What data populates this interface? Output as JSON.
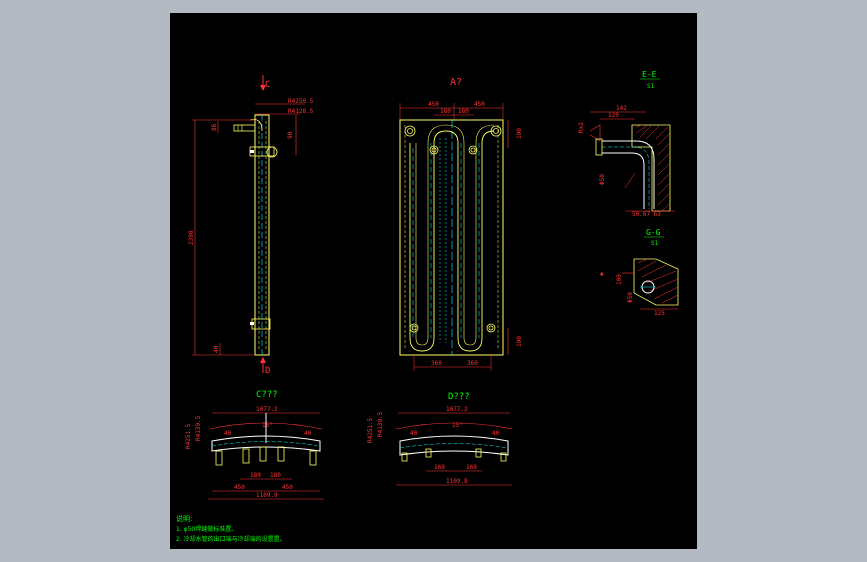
{
  "colors": {
    "viewport_bg": "#b4bac2",
    "drawing_bg": "#000000",
    "outline": "#ffff66",
    "dimension": "#ff3333",
    "centerline": "#00ffff",
    "title_text": "#00ff00",
    "white": "#ffffff"
  },
  "views": {
    "side": {
      "label_top": "C",
      "label_bottom": "D",
      "dim_r1": "R4250.5",
      "dim_r2": "R4128.5",
      "dim_90": "90",
      "dim_top": "86",
      "dim_total": "2390",
      "dim_bottom": "40"
    },
    "front": {
      "title": "A?",
      "dim_left": "450",
      "dim_right": "450",
      "dim_180a": "180",
      "dim_180b": "180",
      "dim_top_right": "190",
      "dim_bottom_right": "190",
      "dim_360a": "360",
      "dim_360b": "360"
    },
    "section_e": {
      "title": "E-E",
      "scale": "S1",
      "dim_142": "142",
      "dim_120": "120",
      "dim_rx": "Rx2",
      "dim_phi": "Φ50",
      "dim_bottom": "50.67 63"
    },
    "section_g": {
      "title": "G-G",
      "scale": "S1",
      "dim_100": "100",
      "dim_phi": "Φ50",
      "dim_125": "125"
    },
    "bottom_c": {
      "title": "C???",
      "dim_top": "1077.2",
      "dim_angle": "15°",
      "dim_r1": "R4251.5",
      "dim_r2": "R4139.5",
      "dim_40a": "40",
      "dim_40b": "40",
      "dim_180a": "180",
      "dim_180b": "180",
      "dim_450a": "450",
      "dim_450b": "450",
      "dim_total": "1109.9"
    },
    "bottom_d": {
      "title": "D???",
      "dim_top": "1077.2",
      "dim_angle": "15°",
      "dim_r1": "R4251.5",
      "dim_r2": "R4139.5",
      "dim_40a": "40",
      "dim_40b": "40",
      "dim_160a": "160",
      "dim_160b": "160",
      "dim_total": "1109.8"
    }
  },
  "notes": {
    "heading": "说明:",
    "line1": "1. φ50焊缝做标准置。",
    "line2": "2. 冷却水管的出口端与冷却端的设置置。"
  }
}
